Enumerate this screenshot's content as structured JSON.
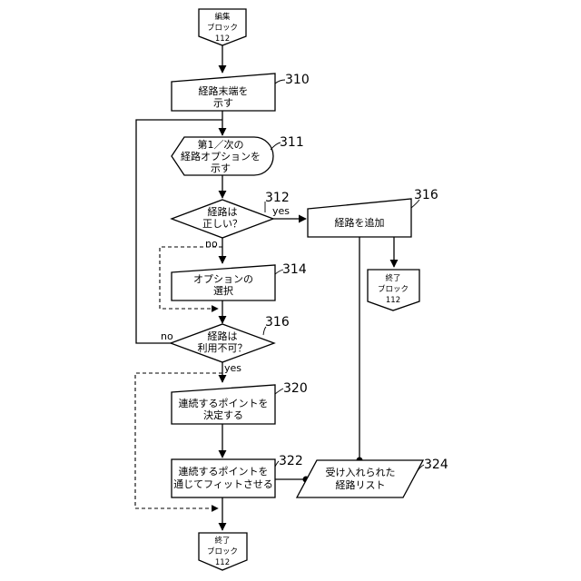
{
  "nodes": {
    "start": {
      "line1": "編集",
      "line2": "ブロック",
      "line3": "112"
    },
    "n310": {
      "line1": "経路末端を",
      "line2": "示す",
      "ref": "310"
    },
    "n311": {
      "line1": "第1／次の",
      "line2": "経路オプションを",
      "line3": "示す",
      "ref": "311"
    },
    "n312": {
      "line1": "経路は",
      "line2": "正しい？",
      "ref": "312"
    },
    "n316a": {
      "line1": "経路を追加",
      "ref": "316"
    },
    "end_right": {
      "line1": "終了",
      "line2": "ブロック",
      "line3": "112"
    },
    "n314": {
      "line1": "オプションの",
      "line2": "選択",
      "ref": "314"
    },
    "n316b": {
      "line1": "経路は",
      "line2": "利用不可？",
      "ref": "316"
    },
    "n320": {
      "line1": "連続するポイントを",
      "line2": "決定する",
      "ref": "320"
    },
    "n322": {
      "line1": "連続するポイントを",
      "line2": "通じてフィットさせる",
      "ref": "322"
    },
    "n324": {
      "line1": "受け入れられた",
      "line2": "経路リスト",
      "ref": "324"
    },
    "end_bottom": {
      "line1": "終了",
      "line2": "ブロック",
      "line3": "112"
    }
  },
  "labels": {
    "yes_312": "yes",
    "no_312": "no",
    "no_316": "no",
    "yes_316": "yes"
  }
}
